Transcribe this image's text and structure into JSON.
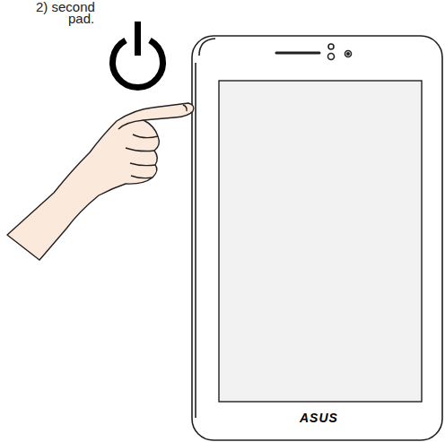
{
  "diagram": {
    "labels": [
      "2) second",
      "pad.",
      "ASUS"
    ]
  }
}
